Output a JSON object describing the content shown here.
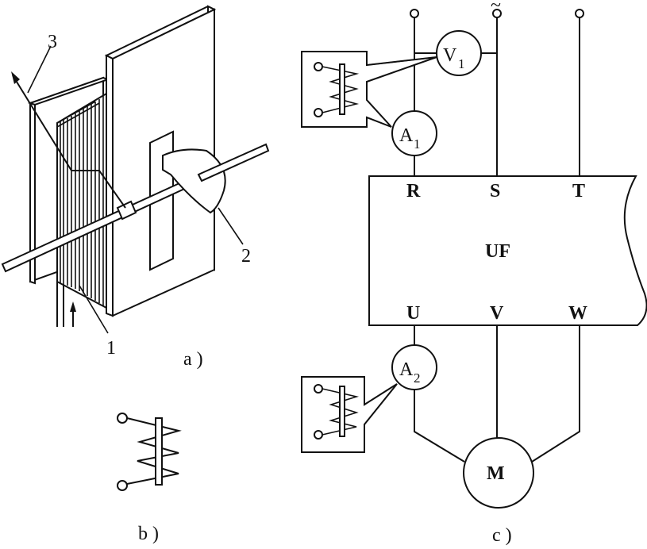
{
  "figure": {
    "panel_a": {
      "caption": "a )",
      "callouts": [
        "1",
        "2",
        "3"
      ]
    },
    "panel_b": {
      "caption": "b )",
      "symbol": "current-transformer-coil-icon"
    },
    "panel_c": {
      "caption": "c )",
      "supply_symbol": "~",
      "inverter_label": "UF",
      "input_terminals": [
        "R",
        "S",
        "T"
      ],
      "output_terminals": [
        "U",
        "V",
        "W"
      ],
      "meters": [
        {
          "letter": "V",
          "sub": "1"
        },
        {
          "letter": "A",
          "sub": "1"
        },
        {
          "letter": "A",
          "sub": "2"
        }
      ],
      "motor_label": "M"
    }
  }
}
